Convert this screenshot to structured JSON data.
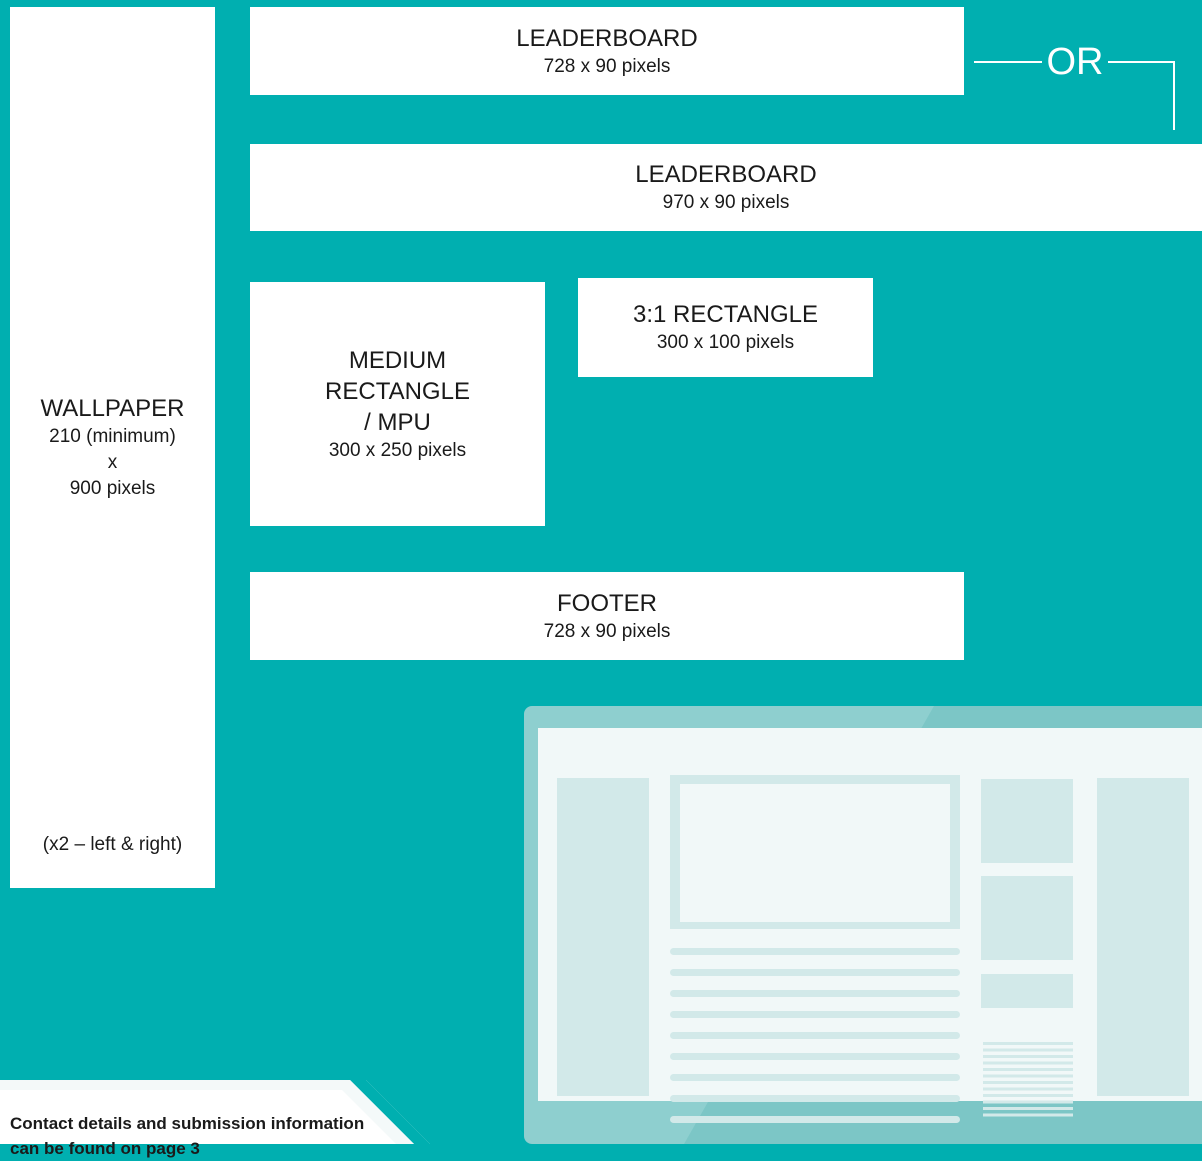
{
  "leaderboard_728": {
    "title": "LEADERBOARD",
    "dims": "728 x 90 pixels"
  },
  "or_label": "OR",
  "leaderboard_970": {
    "title": "LEADERBOARD",
    "dims": "970 x 90 pixels"
  },
  "wallpaper": {
    "title": "WALLPAPER",
    "line1": "210 (minimum)",
    "line2": "x",
    "line3": "900 pixels",
    "footnote": "(x2 – left & right)"
  },
  "mpu": {
    "line1": "MEDIUM",
    "line2": "RECTANGLE",
    "line3": "/ MPU",
    "dims": "300 x 250 pixels"
  },
  "rect_3_1": {
    "title": "3:1 RECTANGLE",
    "dims": "300 x 100 pixels"
  },
  "footer": {
    "title": "FOOTER",
    "dims": "728 x 90 pixels"
  },
  "contact_text": "Contact details and submission information can be found on page 3",
  "colors": {
    "background": "#00AFB0",
    "box": "#FFFFFF",
    "monitor_frame": "#8ECFCF",
    "monitor_screen": "#F1F8F8",
    "placeholder": "#D2E9E9"
  }
}
